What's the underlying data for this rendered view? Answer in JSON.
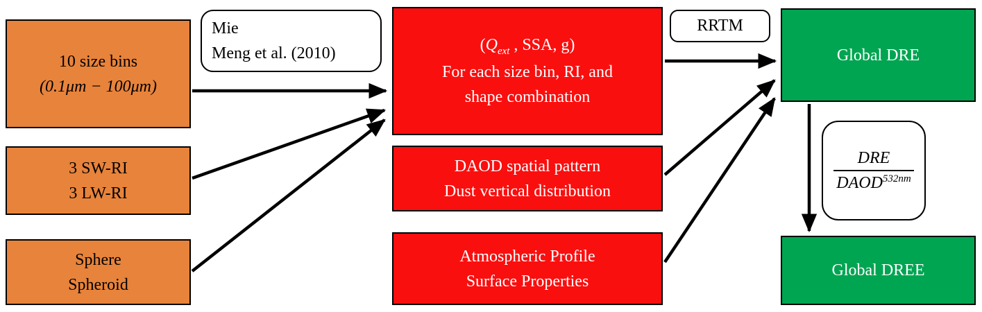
{
  "colors": {
    "input_box": "#E8833B",
    "process_box": "#FA0F0F",
    "output_box": "#00A551",
    "box_border": "#000000",
    "annotation_bg": "#FFFFFF",
    "arrow": "#000000"
  },
  "inputs": {
    "size_bins": {
      "line1": "10 size bins",
      "line2": "(0.1μm − 100μm)"
    },
    "refractive_index": {
      "line1": "3 SW-RI",
      "line2": "3 LW-RI"
    },
    "shape": {
      "line1": "Sphere",
      "line2": "Spheroid"
    }
  },
  "process": {
    "optics": {
      "paren_open": "(",
      "q_symbol": "Q",
      "q_subscript": "ext",
      "line1_rest": " , SSA, g)",
      "line2": "For each size bin, RI, and",
      "line3": "shape combination"
    },
    "daod": {
      "line1": "DAOD spatial pattern",
      "line2": "Dust vertical distribution"
    },
    "atmosphere": {
      "line1": "Atmospheric Profile",
      "line2": "Surface Properties"
    }
  },
  "outputs": {
    "dre": {
      "label": "Global DRE"
    },
    "dree": {
      "label": "Global DREE"
    }
  },
  "annotations": {
    "mie": {
      "line1": "Mie",
      "line2": "Meng et al. (2010)"
    },
    "rrtm": {
      "label": "RRTM"
    },
    "ratio": {
      "numerator": "DRE",
      "denominator_base": "DAOD",
      "denominator_sup": "532nm"
    }
  }
}
